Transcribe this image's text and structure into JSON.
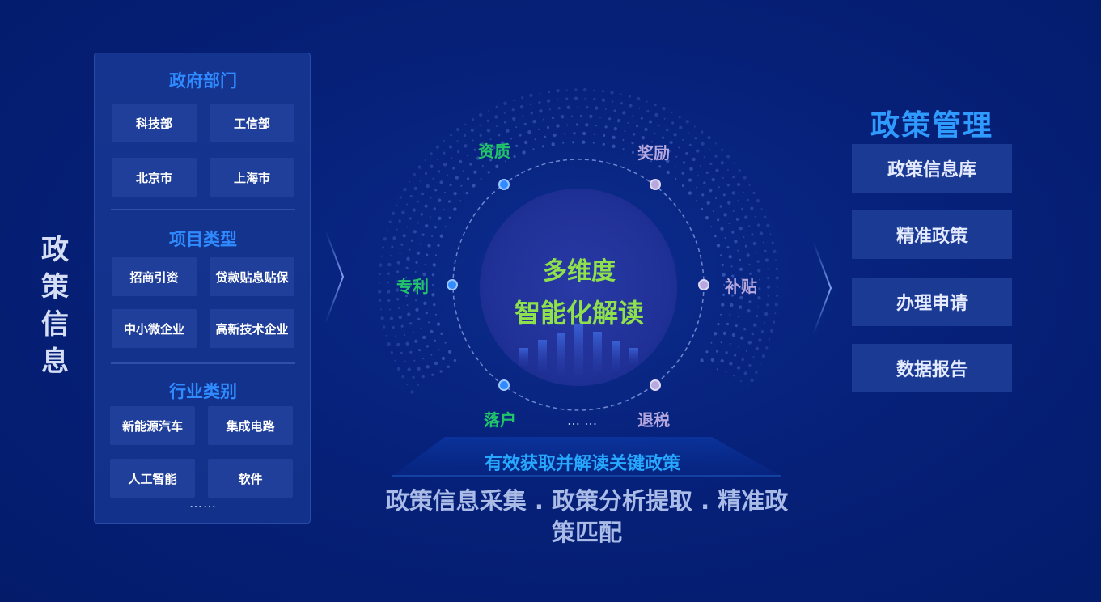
{
  "left_title": [
    "政",
    "策",
    "信",
    "息"
  ],
  "panel": {
    "sections": [
      {
        "title": "政府部门",
        "items": [
          "科技部",
          "工信部",
          "北京市",
          "上海市"
        ]
      },
      {
        "title": "项目类型",
        "items": [
          "招商引资",
          "贷款贴息贴保",
          "中小微企业",
          "高新技术企业"
        ]
      },
      {
        "title": "行业类别",
        "items": [
          "新能源汽车",
          "集成电路",
          "人工智能",
          "软件"
        ]
      }
    ],
    "more": "……"
  },
  "center": {
    "core_line1": "多维度",
    "core_line2": "智能化解读",
    "nodes": {
      "zizhi": "资质",
      "jiangli": "奖励",
      "zhuanli": "专利",
      "butie": "补贴",
      "luohu": "落户",
      "tuishui": "退税",
      "ellipsis": "… …"
    },
    "banner": "有效获取并解读关键政策",
    "subtitle": "政策信息采集 . 政策分析提取 . 精准政策匹配"
  },
  "right": {
    "title": "政策管理",
    "buttons": [
      "政策信息库",
      "精准政策",
      "办理申请",
      "数据报告"
    ]
  },
  "colors": {
    "background": "#061f78",
    "accent_blue": "#2f8bff",
    "node_green": "#22c46a",
    "node_violet": "#b7a9df",
    "core_green": "#8ee04c"
  }
}
